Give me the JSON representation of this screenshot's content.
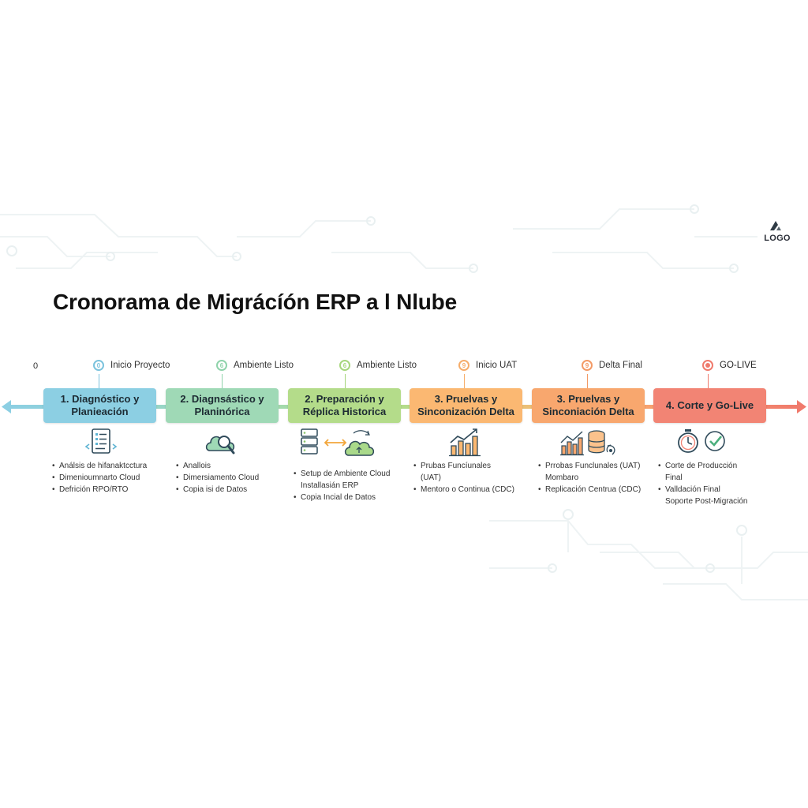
{
  "title": "Cronorama de Migrácíón ERP a l Nlube",
  "logo_text": "LOGO",
  "start_label": "0",
  "colors": {
    "blue": "#8ccfe3",
    "green": "#9fd9b6",
    "lime": "#b4dc8a",
    "orange": "#fbb872",
    "orange2": "#f8a76e",
    "red": "#f28474"
  },
  "milestones": [
    {
      "label": "Inicio Proyecto",
      "glyph": "0",
      "color": "#7cc3dd"
    },
    {
      "label": "Ambiente Listo",
      "glyph": "6",
      "color": "#8fd3ab"
    },
    {
      "label": "Ambiente Listo",
      "glyph": "6",
      "color": "#a6d67c"
    },
    {
      "label": "Inicio UAT",
      "glyph": "9",
      "color": "#f6ad6a"
    },
    {
      "label": "Delta Final",
      "glyph": "9",
      "color": "#f39a66"
    },
    {
      "label": "GO-LIVE",
      "glyph": "",
      "color": "#ef7a6c"
    }
  ],
  "phases": [
    {
      "title": "1. Diagnóstico y Planieación",
      "icon": "checklist-icon",
      "bullets": [
        "Análsis de hifanaktcctura",
        "Dimenioumnarto Cloud",
        "Defrición RPO/RTO"
      ]
    },
    {
      "title": "2. Diagnsástico y Planinórica",
      "icon": "cloud-search-icon",
      "bullets": [
        "Anallois",
        "Dimersiamento Cloud",
        "Copia isi de Datos"
      ]
    },
    {
      "title": "2. Preparación y Réplica Historica",
      "icon": "server-cloud-sync-icon",
      "bullets": [
        "Setup de Ambiente Cloud",
        "Installasián ERP",
        "Copia Incial de Datos"
      ]
    },
    {
      "title": "3. Pruelvas y Sinconización Delta",
      "icon": "bar-chart-growth-icon",
      "bullets": [
        "Prubas Funcíunales",
        "(UAT)",
        "Mentoro o Continua (CDC)"
      ]
    },
    {
      "title": "3. Pruelvas y Sinconiación Delta",
      "icon": "chart-database-sync-icon",
      "bullets": [
        "Prrobas Funclunales (UAT)",
        "Mombaro",
        "Replicación Centrua (CDC)"
      ]
    },
    {
      "title": "4. Corte y Go-Live",
      "icon": "stopwatch-check-icon",
      "bullets": [
        "Corte de Producción",
        "Final",
        "Valldación Final",
        "Soporte Post-Migración"
      ]
    }
  ]
}
